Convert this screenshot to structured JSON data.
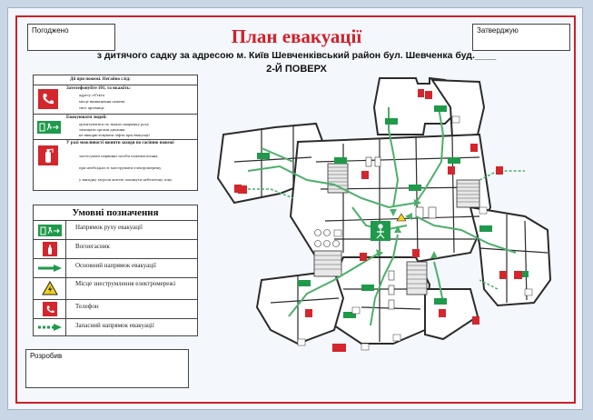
{
  "header": {
    "agreed_label": "Погоджено",
    "approved_label": "Затверджую",
    "title": "План евакуації",
    "address": "з дитячого садку  за адресою м. Київ Шевченківський район  бул. Шевченка буд.____",
    "floor": "2-Й ПОВЕРХ"
  },
  "footer": {
    "author_label": "Розробив"
  },
  "instructions": {
    "heading": "Дії при пожежі. Негайно слід:",
    "sections": [
      {
        "icon": "phone-icon",
        "lead": "Зателефонуйте 101, та вкажіть:",
        "items": [
          "адресу об'єкта",
          "місце виникнення пожежі",
          "своє прізвище"
        ]
      },
      {
        "icon": "exit-icon",
        "lead": "Евакуювати людей:",
        "items": [
          "орієнтуватися по знаках напрямку руху",
          "захищати органи дихання",
          "не використовувати ліфти при евакуації"
        ]
      },
      {
        "icon": "extinguisher-icon",
        "lead": "У разі можливості вжиити заходи по гасінню пожежі",
        "items": [
          "застосувати первинні засоби пожежогасіння",
          "при необхідності знеструмити електромережу",
          "у випадку загрози життю покинути небезпечну зону"
        ]
      }
    ]
  },
  "legend": {
    "title": "Умовні позначення",
    "items": [
      {
        "icon": "evacuation-direction-icon",
        "label": "Напрямок руху евакуації"
      },
      {
        "icon": "fire-extinguisher-icon",
        "label": "Вогнегасник"
      },
      {
        "icon": "main-route-arrow-icon",
        "label": "Основний напрямок евакуації"
      },
      {
        "icon": "electric-shutdown-icon",
        "label": "Місце знеструмлення електромережі"
      },
      {
        "icon": "telephone-icon",
        "label": "Телефон"
      },
      {
        "icon": "spare-route-arrow-icon",
        "label": "Запасний напрямок евакуації"
      }
    ]
  },
  "colors": {
    "frame_red": "#c8222a",
    "title_red": "#d0202a",
    "exit_green": "#1f9a4a",
    "sign_red": "#d3262d",
    "route_green": "#4caf6a",
    "wall": "#2b2b2b",
    "sheet": "#f4f7fb"
  }
}
